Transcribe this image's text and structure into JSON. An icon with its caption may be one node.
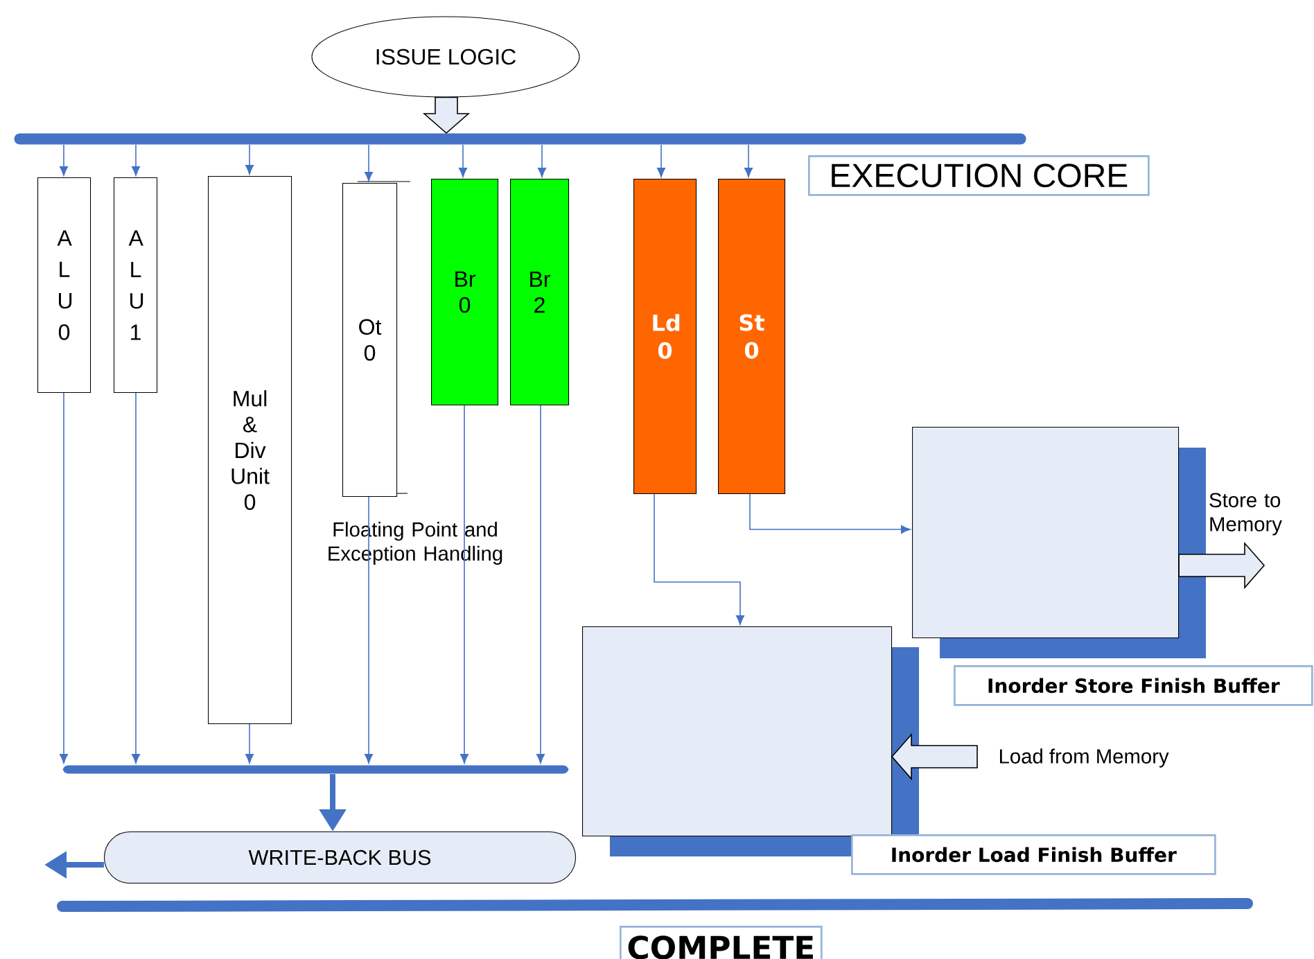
{
  "diagram": {
    "nodes": [
      {
        "text": [
          "ISSUE LOGIC"
        ]
      },
      {
        "text": [],
        "shape": "bar"
      },
      {
        "text": [
          "EXECUTION CORE"
        ]
      },
      {
        "text": [
          "A L U 0"
        ]
      },
      {
        "text": [
          "A L U 1"
        ]
      },
      {
        "text": [
          "Mul & Div Unit 0"
        ]
      },
      {
        "text": [
          "Ot 0"
        ],
        "beside": [
          "Floating Point and Exception Handling"
        ]
      },
      {
        "text": [
          "Br 0"
        ]
      },
      {
        "text": [
          "Br 2"
        ]
      },
      {
        "text": [
          "Ld 0"
        ]
      },
      {
        "text": [
          "St 0"
        ]
      },
      {
        "text": [],
        "shape": "box"
      },
      {
        "text": [],
        "shape": "box"
      },
      {
        "text": [],
        "shape": "bar"
      },
      {
        "text": [
          "WRITE-BACK BUS"
        ]
      },
      {
        "text": [
          "COMPLETE"
        ]
      },
      {
        "text": [
          "Inorder Store Finish Buffer"
        ]
      },
      {
        "text": [
          "Inorder Load Finish Buffer"
        ]
      }
    ],
    "edges": [
      {
        "from": 0,
        "to": 1,
        "arrow": "to",
        "style": "thick",
        "color": "#e6ecf7"
      },
      {
        "from": 1,
        "to": 3,
        "arrow": "to"
      },
      {
        "from": 1,
        "to": 4,
        "arrow": "to"
      },
      {
        "from": 1,
        "to": 5,
        "arrow": "to"
      },
      {
        "from": 1,
        "to": 6,
        "arrow": "to"
      },
      {
        "from": 1,
        "to": 7,
        "arrow": "to"
      },
      {
        "from": 1,
        "to": 8,
        "arrow": "to"
      },
      {
        "from": 1,
        "to": 9,
        "arrow": "to"
      },
      {
        "from": 1,
        "to": 10,
        "arrow": "to"
      },
      {
        "from": 3,
        "to": 13,
        "arrow": "to"
      },
      {
        "from": 4,
        "to": 13,
        "arrow": "to"
      },
      {
        "from": 5,
        "to": 13,
        "arrow": "to"
      },
      {
        "from": 6,
        "to": 13,
        "arrow": "to"
      },
      {
        "from": 7,
        "to": 13,
        "arrow": "to"
      },
      {
        "from": 8,
        "to": 13,
        "arrow": "to"
      },
      {
        "from": 10,
        "to": 11,
        "arrow": "to"
      },
      {
        "from": 9,
        "to": 12,
        "arrow": "to"
      },
      {
        "from": 13,
        "to": 14,
        "arrow": "to",
        "style": "thick"
      },
      {
        "from": 14,
        "to": null,
        "arrow": "to",
        "style": "thick"
      },
      {
        "from": 11,
        "to": null,
        "arrow": "to",
        "style": "thick",
        "color": "#e6ecf7"
      },
      {
        "from": null,
        "to": 12,
        "arrow": "to",
        "style": "thick",
        "color": "#e6ecf7"
      }
    ],
    "labels": [
      "Store to Memory",
      "Load from Memory"
    ]
  }
}
